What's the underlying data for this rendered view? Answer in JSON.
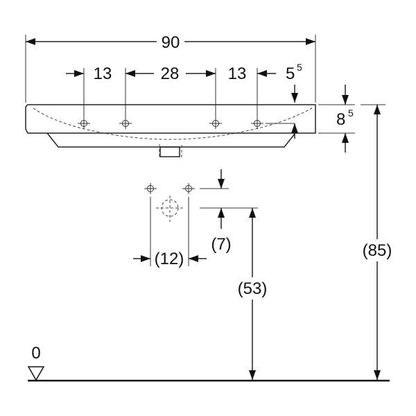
{
  "dimensions": {
    "overall_width": "90",
    "left_offset": "13",
    "center_span": "28",
    "right_offset": "13",
    "edge_offset_main": "5",
    "edge_offset_sup": "5",
    "basin_depth_main": "8",
    "basin_depth_sup": "5",
    "drain_spacing": "(12)",
    "drain_vertical": "(7)",
    "drain_height": "(53)",
    "total_height": "(85)",
    "floor_level": "0"
  }
}
